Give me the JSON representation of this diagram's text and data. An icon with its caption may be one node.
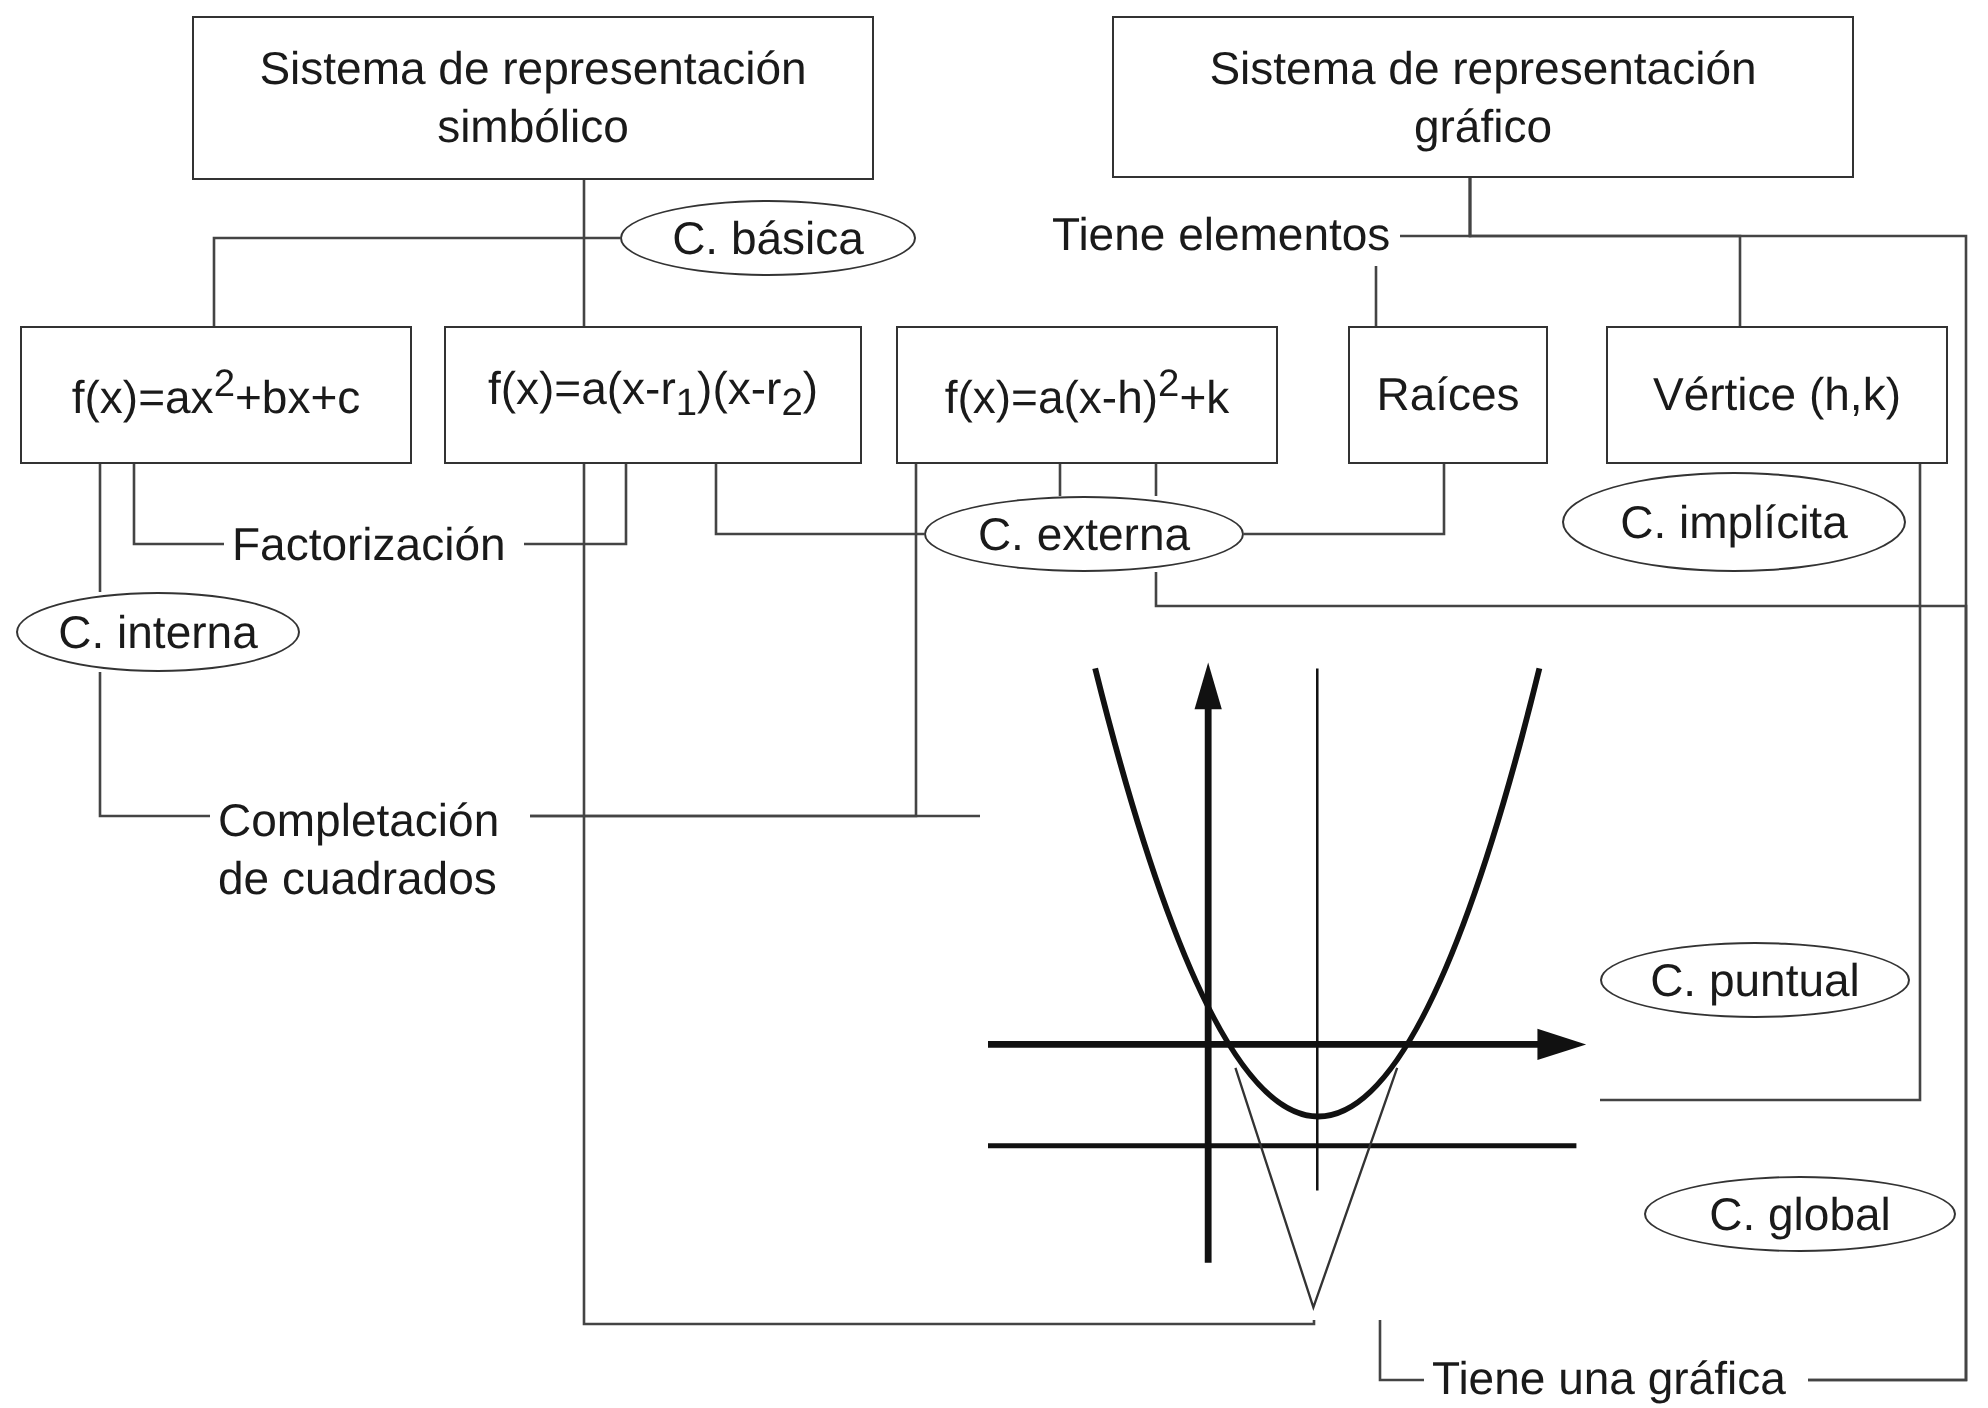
{
  "diagram": {
    "nodes": [
      {
        "text": [
          "Sistema de representación simbólico"
        ]
      },
      {
        "text": [
          "Sistema de representación gráfico"
        ]
      },
      {
        "text": [
          "C. básica"
        ]
      },
      {
        "text": [
          "Tiene elementos"
        ]
      },
      {
        "text": [
          "f(x)=ax$^{2}$+bx+c"
        ]
      },
      {
        "text": [
          "f(x)=a(x-r$_{1}$)(x-r$_{2}$)"
        ]
      },
      {
        "text": [
          "f(x)=a(x-h)$^{2}$+k"
        ]
      },
      {
        "text": [
          "Raíces"
        ]
      },
      {
        "text": [
          "Vértice (h,k)"
        ]
      },
      {
        "text": [
          "Factorización"
        ]
      },
      {
        "text": [
          "C. externa"
        ]
      },
      {
        "text": [
          "C. implícita"
        ]
      },
      {
        "text": [
          "C. interna"
        ]
      },
      {
        "text": [
          "Completación de cuadrados"
        ]
      },
      {
        "text": [],
        "shape": "picture"
      },
      {
        "text": [
          "C. puntual"
        ]
      },
      {
        "text": [
          "C. global"
        ]
      },
      {
        "text": [
          "Tiene una gráfica"
        ]
      }
    ],
    "edges": [
      {
        "from": 0,
        "to": 5,
        "arrow": "none"
      },
      {
        "from": 2,
        "to": 4,
        "arrow": "none"
      },
      {
        "from": 1,
        "to": 3,
        "arrow": "none"
      },
      {
        "from": 3,
        "to": 7,
        "arrow": "none"
      },
      {
        "from": 1,
        "to": 8,
        "arrow": "none"
      },
      {
        "from": 1,
        "to": 17,
        "arrow": "none"
      },
      {
        "from": 4,
        "to": 9,
        "arrow": "none"
      },
      {
        "from": 9,
        "to": 5,
        "arrow": "none"
      },
      {
        "from": 5,
        "to": 10,
        "arrow": "none"
      },
      {
        "from": 6,
        "to": 10,
        "arrow": "none"
      },
      {
        "from": 6,
        "to": 10,
        "arrow": "none"
      },
      {
        "from": 7,
        "to": 10,
        "arrow": "none"
      },
      {
        "from": 10,
        "to": 17,
        "arrow": "none"
      },
      {
        "from": 4,
        "to": 12,
        "arrow": "none"
      },
      {
        "from": 12,
        "to": 13,
        "arrow": "none"
      },
      {
        "from": 13,
        "to": 6,
        "arrow": "none"
      },
      {
        "from": 13,
        "to": 14,
        "arrow": "none"
      },
      {
        "from": 5,
        "to": 14,
        "arrow": "none"
      },
      {
        "from": 14,
        "to": 17,
        "arrow": "none"
      },
      {
        "from": 8,
        "to": 14,
        "arrow": "none"
      }
    ]
  }
}
